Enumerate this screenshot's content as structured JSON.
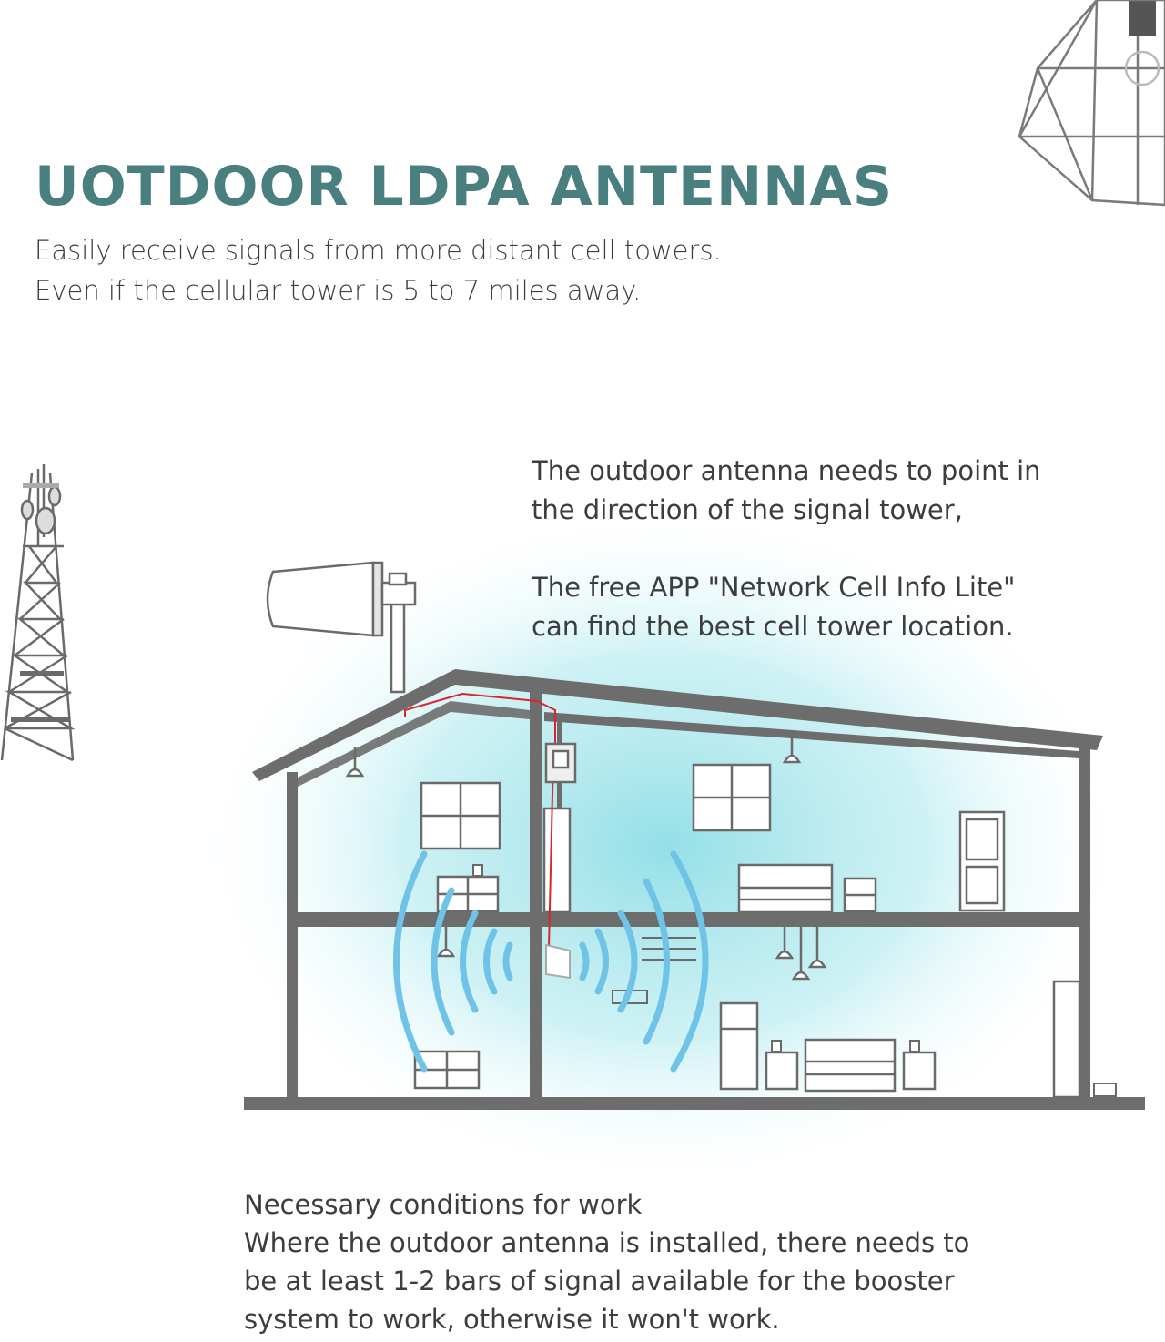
{
  "title": "UOTDOOR LDPA ANTENNAS",
  "subtitle": [
    "Easily receive signals from more distant cell towers.",
    "Even if the cellular tower is 5 to 7 miles away."
  ],
  "note_direction": [
    "The outdoor antenna needs to point in",
    "the direction of the signal tower,"
  ],
  "note_app": [
    "The free APP \"Network Cell Info Lite\"",
    "can find the best cell tower location."
  ],
  "conditions": [
    "Necessary conditions for work",
    "Where the outdoor antenna is installed, there needs to",
    "be at least 1-2 bars of signal available for the booster",
    "system to work, otherwise it won't work."
  ],
  "colors": {
    "title": "#4a7f80",
    "text": "#3d3d3d",
    "wall": "#6a6a6a",
    "glow": "#9fe3ea",
    "signal_waves": "#6fc3e6",
    "cable": "#d9262b"
  },
  "icons": [
    "pendant-lamp",
    "cell-tower",
    "ldpa-antenna",
    "booster-unit",
    "indoor-panel-antenna",
    "signal-waves"
  ]
}
